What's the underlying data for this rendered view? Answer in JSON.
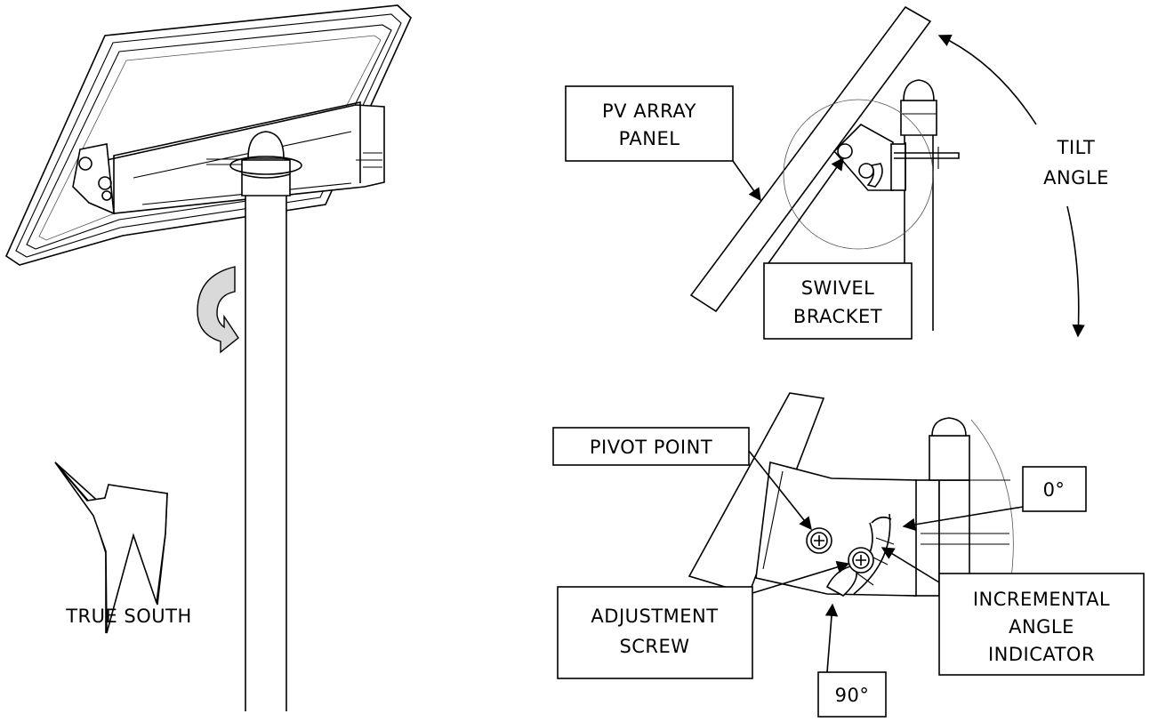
{
  "colors": {
    "line": "#000000",
    "paper": "#ffffff",
    "arrow_fill": "#d9d9d9"
  },
  "icons": [
    "true-south-arrow-icon",
    "rotate-arrow-icon",
    "screw-head-icon"
  ],
  "labels": {
    "true_south": "TRUE SOUTH",
    "pv_array_panel": [
      "PV ARRAY",
      "PANEL"
    ],
    "swivel_bracket": [
      "SWIVEL",
      "BRACKET"
    ],
    "tilt_angle": [
      "TILT",
      "ANGLE"
    ],
    "pivot_point": "PIVOT POINT",
    "zero_degrees": "0°",
    "ninety_degrees": "90°",
    "adjustment_screw": [
      "ADJUSTMENT",
      "SCREW"
    ],
    "incremental_angle_indicator": [
      "INCREMENTAL",
      "ANGLE",
      "INDICATOR"
    ]
  }
}
